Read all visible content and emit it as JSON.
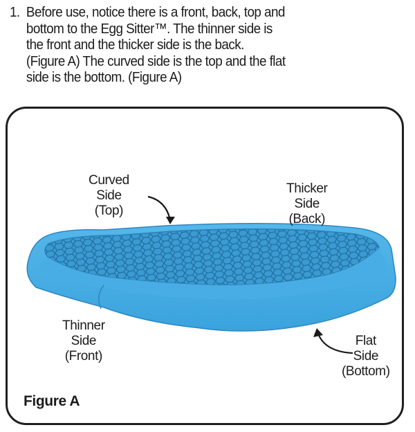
{
  "instruction": {
    "number": "1.",
    "lines": [
      "Before use, notice there is a front, back, top and",
      "bottom to the Egg Sitter™. The thinner side is",
      "the front and the thicker side is the back.",
      "(Figure A) The curved side is the top and the flat",
      "side is the bottom. (Figure A)"
    ]
  },
  "figure": {
    "title": "Figure A",
    "labels": {
      "curved": [
        "Curved",
        "Side",
        "(Top)"
      ],
      "thicker": [
        "Thicker",
        "Side",
        "(Back)"
      ],
      "thinner": [
        "Thinner",
        "Side",
        "(Front)"
      ],
      "flat": [
        "Flat",
        "Side",
        "(Bottom)"
      ]
    },
    "colors": {
      "cushion_body": "#41a9e0",
      "cushion_dark": "#2b86c0",
      "grid_bg": "#3c9ad2",
      "grid_line": "#1d6f9f",
      "border": "#1f1f1f"
    }
  }
}
